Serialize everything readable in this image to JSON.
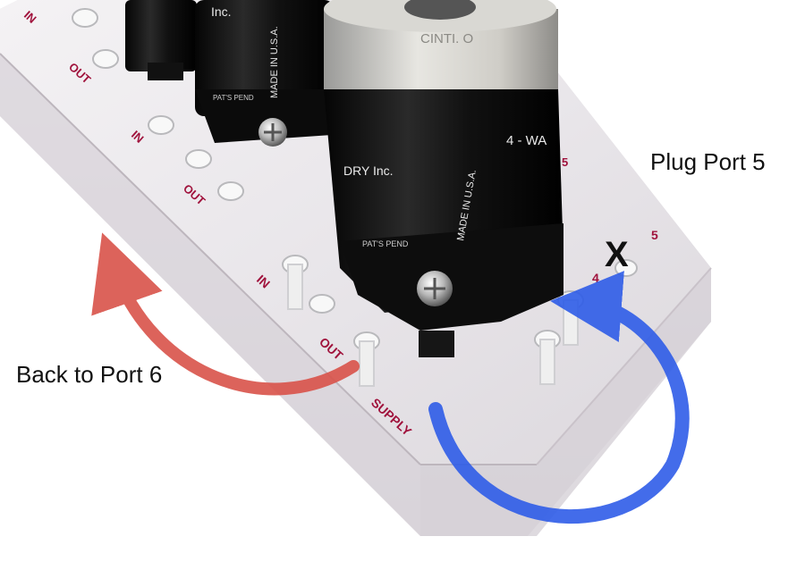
{
  "annotations": {
    "plug_port": "Plug Port 5",
    "back_to_port": "Back to Port 6"
  },
  "manifold": {
    "port_labels": {
      "in_1": "IN",
      "out_1": "OUT",
      "in_2": "IN",
      "out_2": "OUT",
      "in_3": "IN",
      "out_3": "OUT",
      "supply": "SUPPLY",
      "port_4": "4",
      "port_5": "5",
      "port_5_near": "5",
      "plug_mark": "X"
    },
    "label_color": "#a0123c"
  },
  "valves": {
    "cap_text": "CINTI. O",
    "front": {
      "made_in": "MADE IN U.S.A.",
      "company": "DRY Inc.",
      "type": "4 - WA",
      "pat": "PAT'S PEND"
    },
    "middle": {
      "made_in": "MADE IN U.S.A.",
      "company": "Inc.",
      "pat": "PAT'S PEND"
    }
  },
  "arrows": {
    "red_color": "#d9534a",
    "blue_color": "#2f5de8"
  }
}
